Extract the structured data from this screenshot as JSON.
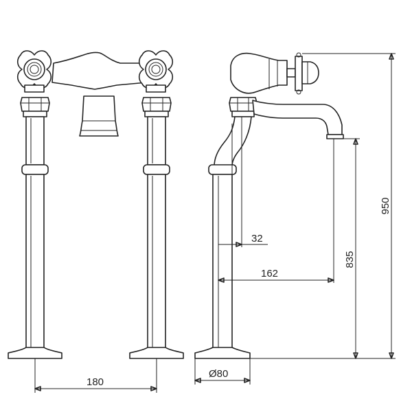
{
  "drawing": {
    "line_color": "#222222",
    "background": "#ffffff",
    "dimensions": {
      "height_total": "950",
      "spout_height": "835",
      "spout_reach": "162",
      "pipe_offset": "32",
      "base_diameter": "Ø80",
      "centres": "180"
    }
  }
}
